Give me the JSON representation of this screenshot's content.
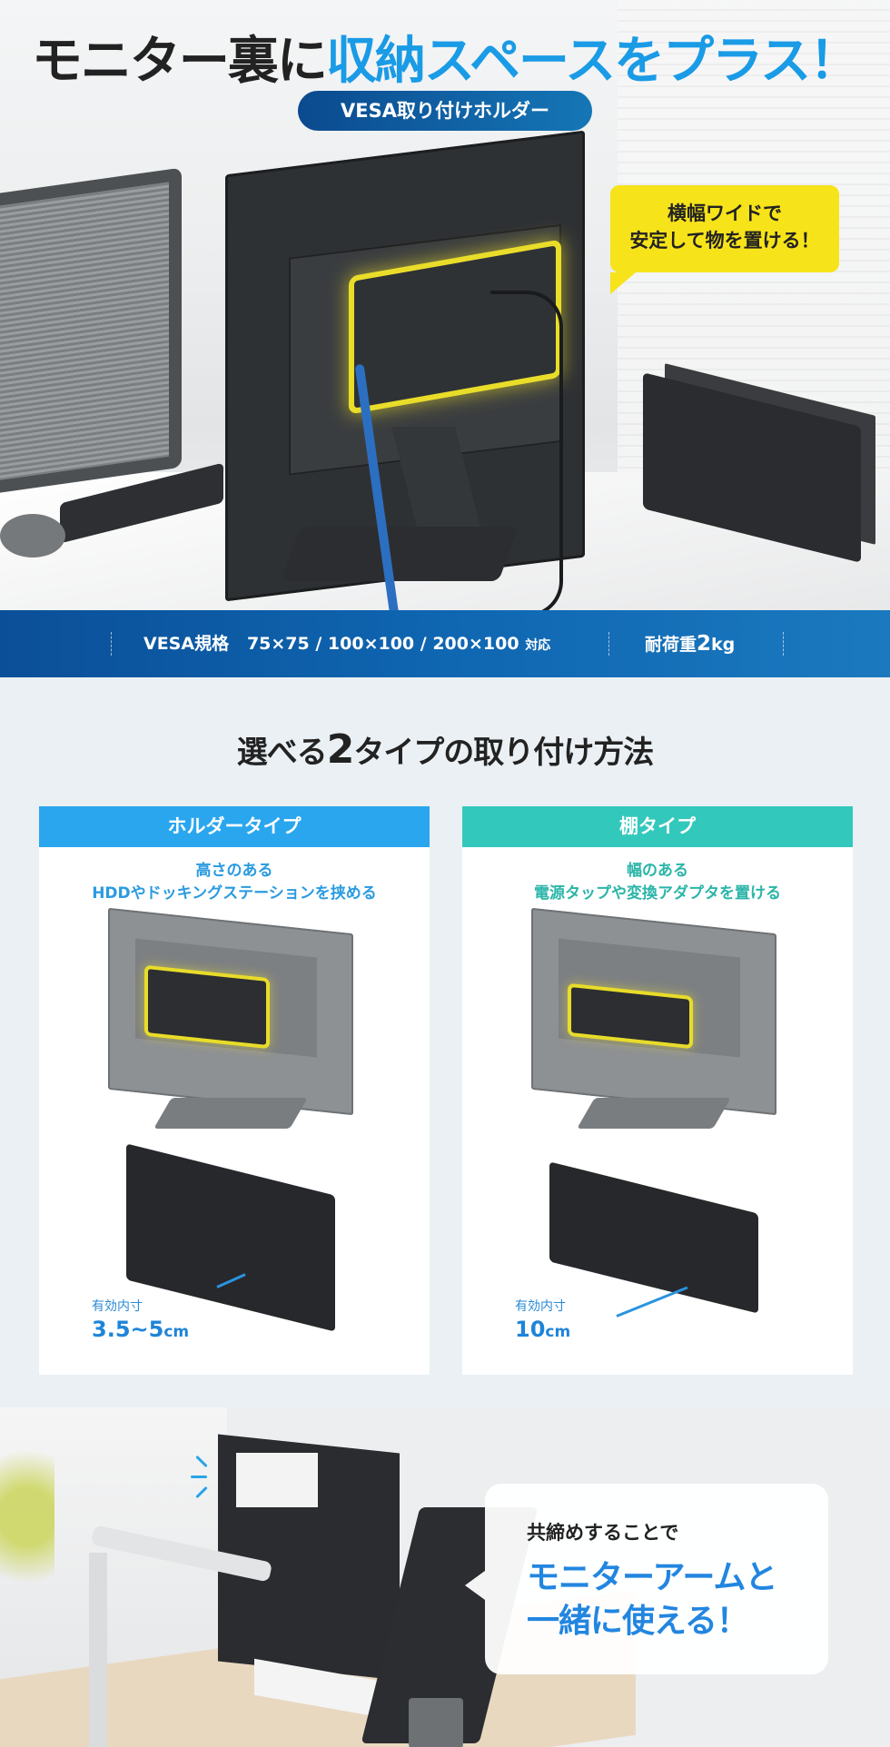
{
  "hero": {
    "title_dark": "モニター裏に",
    "title_accent": "収納スペースをプラス！",
    "product_pill": "VESA取り付けホルダー",
    "callout_line1": "横幅ワイドで",
    "callout_line2": "安定して物を置ける！",
    "colors": {
      "accent": "#1a9be6",
      "callout": "#f7e31a",
      "highlight_glow": "#e9dd2a"
    }
  },
  "specs": {
    "vesa_label": "VESA規格",
    "vesa_sizes": "75×75 / 100×100 / 200×100",
    "vesa_suffix": "対応",
    "load_label": "耐荷重",
    "load_value": "2",
    "load_unit": "kg"
  },
  "types": {
    "heading_pre": "選べる",
    "heading_num": "2",
    "heading_post": "タイプの取り付け方法",
    "cards": [
      {
        "title": "ホルダータイプ",
        "color": "#2aa6ee",
        "desc_line1": "高さのある",
        "desc_line2": "HDDやドッキングステーションを挟める",
        "dim_label": "有効内寸",
        "dim_value": "3.5~5",
        "dim_unit": "cm"
      },
      {
        "title": "棚タイプ",
        "color": "#33c8bc",
        "desc_line1": "幅のある",
        "desc_line2": "電源タップや変換アダプタを置ける",
        "dim_label": "有効内寸",
        "dim_value": "10",
        "dim_unit": "cm"
      }
    ]
  },
  "arm": {
    "line1": "共締めすることで",
    "line2": "モニターアームと",
    "line3": "一緒に使える！"
  }
}
